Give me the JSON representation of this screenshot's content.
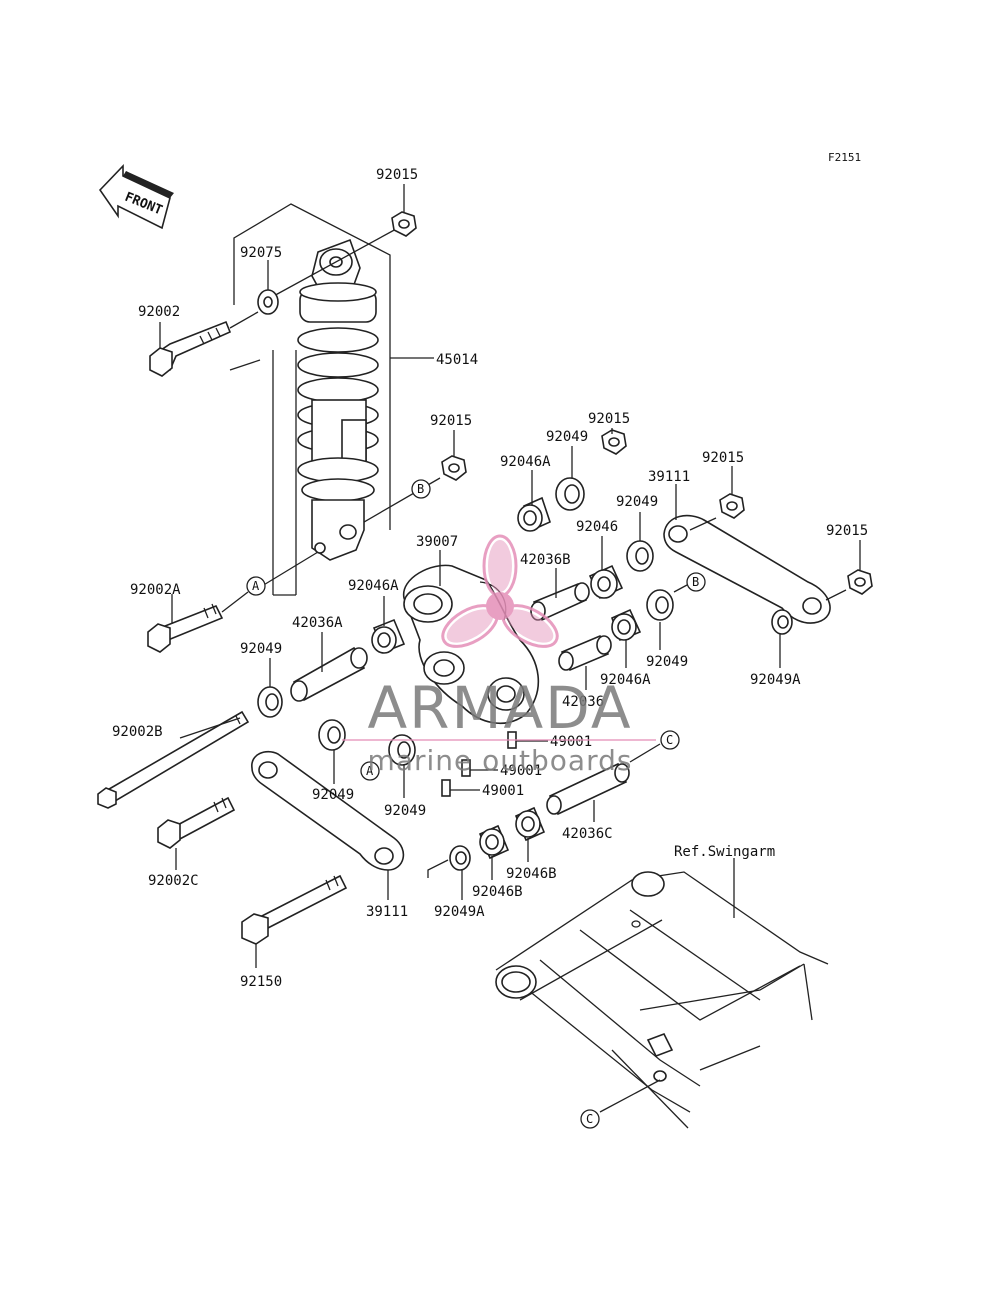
{
  "figure_code": "F2151",
  "front_label": "FRONT",
  "reference_label": "Ref.Swingarm",
  "callouts": [
    "A",
    "B",
    "C"
  ],
  "part_labels": {
    "p92015_top": "92015",
    "p92075": "92075",
    "p92002": "92002",
    "p45014": "45014",
    "p92015_mid": "92015",
    "p92002A": "92002A",
    "p92015_r1": "92015",
    "p92049_r1": "92049",
    "p92046A_r1": "92046A",
    "p39007": "39007",
    "p39111_r": "39111",
    "p92015_r2": "92015",
    "p92049_r2": "92049",
    "p92015_r3": "92015",
    "p92046_r": "92046",
    "p42036B": "42036B",
    "p92046A_l": "92046A",
    "p42036A": "42036A",
    "p92049_l": "92049",
    "p92049_r3": "92049",
    "p92046A_r2": "92046A",
    "p42036": "42036",
    "p92049A_r": "92049A",
    "p92002B": "92002B",
    "p49001_1": "49001",
    "p49001_2": "49001",
    "p49001_3": "49001",
    "p92049_b1": "92049",
    "p92049_b2": "92049",
    "p42036C": "42036C",
    "p92002C": "92002C",
    "p92046B_1": "92046B",
    "p92046B_2": "92046B",
    "p39111_b": "39111",
    "p92049A_b": "92049A",
    "p92150": "92150"
  },
  "watermark": {
    "brand": "ARMADA",
    "tagline": "marine outboards",
    "accent_color": "#e48fb8"
  }
}
